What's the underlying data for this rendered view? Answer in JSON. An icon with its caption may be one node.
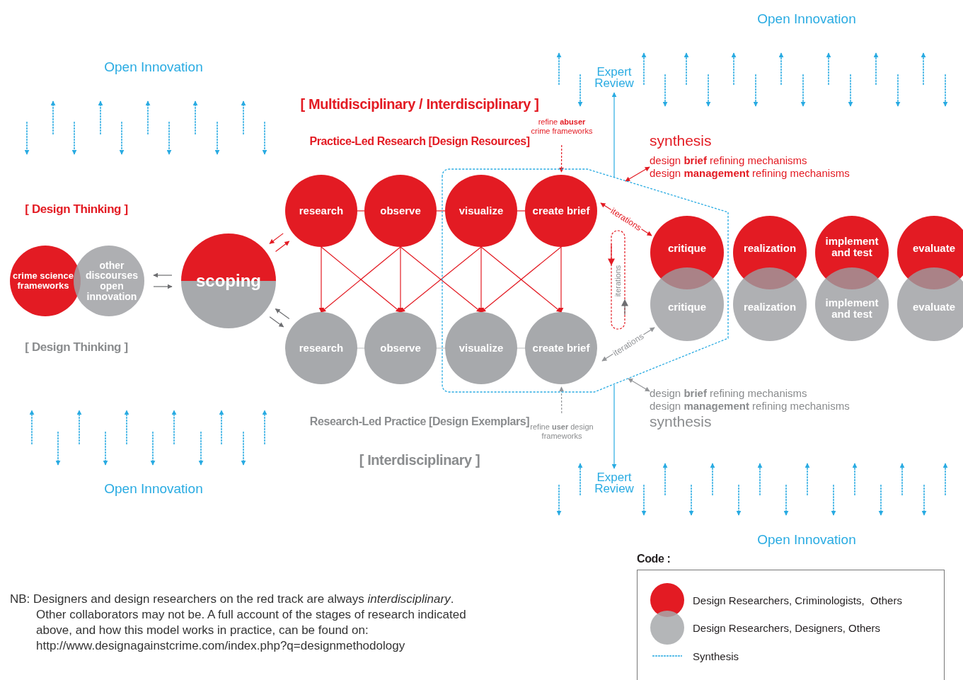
{
  "diagram": {
    "nodes": [
      {
        "text": [
          "crime science frameworks"
        ]
      },
      {
        "text": [
          "other discourses open innovation"
        ]
      },
      {
        "text": [
          "scoping"
        ]
      },
      {
        "text": [
          "refine **abuser** crime frameworks"
        ]
      },
      {
        "text": [
          "research"
        ]
      },
      {
        "text": [
          "observe"
        ]
      },
      {
        "text": [],
        "shape": "box"
      },
      {
        "text": [
          "visualize"
        ],
        "in": 6
      },
      {
        "text": [
          "create brief"
        ],
        "in": 6
      },
      {
        "text": [
          "research"
        ]
      },
      {
        "text": [
          "observe"
        ]
      },
      {
        "text": [
          "visualize"
        ],
        "in": 6
      },
      {
        "text": [
          "create brief"
        ],
        "in": 6
      },
      {
        "text": [
          "refine **user** design frameworks"
        ]
      },
      {
        "text": [
          "Expert Review"
        ]
      },
      {
        "text": [
          "synthesis",
          "design **brief** refining mechanisms",
          "design **management** refining mechanisms"
        ]
      },
      {
        "text": [
          "critique"
        ],
        "in": 6
      },
      {
        "text": [
          "realization"
        ]
      },
      {
        "text": [
          "implement and test"
        ]
      },
      {
        "text": [
          "evaluate"
        ]
      },
      {
        "text": [
          "critique"
        ],
        "in": 6
      },
      {
        "text": [
          "realization"
        ]
      },
      {
        "text": [
          "implement and test"
        ]
      },
      {
        "text": [
          "evaluate"
        ]
      },
      {
        "text": [
          "design **brief** refining mechanisms",
          "design **management** refining mechanisms",
          "synthesis"
        ]
      },
      {
        "text": [
          "Expert Review"
        ]
      }
    ],
    "edges": [
      {
        "from": 2,
        "to": 1,
        "arrow": "to",
        "color": "#6d6e71"
      },
      {
        "from": 1,
        "to": 2,
        "arrow": "to",
        "color": "#6d6e71"
      },
      {
        "from": 4,
        "to": 2,
        "arrow": "to"
      },
      {
        "from": 2,
        "to": 4,
        "arrow": "to"
      },
      {
        "from": 2,
        "to": 9,
        "arrow": "to",
        "color": "#6d6e71"
      },
      {
        "from": 9,
        "to": 2,
        "arrow": "to",
        "color": "#6d6e71"
      },
      {
        "from": 4,
        "to": 5,
        "arrow": "none"
      },
      {
        "from": 5,
        "to": 7,
        "arrow": "none"
      },
      {
        "from": 7,
        "to": 8,
        "arrow": "none"
      },
      {
        "from": 9,
        "to": 10,
        "arrow": "none",
        "color": "#c7c8ca"
      },
      {
        "from": 10,
        "to": 11,
        "arrow": "none",
        "color": "#c7c8ca"
      },
      {
        "from": 11,
        "to": 12,
        "arrow": "none",
        "color": "#c7c8ca"
      },
      {
        "from": 4,
        "to": 9,
        "arrow": "to"
      },
      {
        "from": 4,
        "to": 10,
        "arrow": "to"
      },
      {
        "from": 5,
        "to": 9,
        "arrow": "to"
      },
      {
        "from": 5,
        "to": 10,
        "arrow": "to"
      },
      {
        "from": 5,
        "to": 11,
        "arrow": "to"
      },
      {
        "from": 7,
        "to": 10,
        "arrow": "to"
      },
      {
        "from": 7,
        "to": 11,
        "arrow": "to"
      },
      {
        "from": 7,
        "to": 12,
        "arrow": "to"
      },
      {
        "from": 8,
        "to": 11,
        "arrow": "to"
      },
      {
        "from": 8,
        "to": 12,
        "arrow": "to"
      },
      {
        "from": 3,
        "to": 8,
        "arrow": "to",
        "style": "dashed"
      },
      {
        "from": 13,
        "to": 12,
        "arrow": "to",
        "style": "dashed",
        "color": "#939598"
      },
      {
        "from": 8,
        "to": 16,
        "arrow": "both",
        "label": "iterations"
      },
      {
        "from": 12,
        "to": 20,
        "arrow": "both",
        "label": "iterations",
        "color": "#939598"
      },
      {
        "from": 6,
        "to": 14,
        "arrow": "to",
        "color": "#29abe2"
      },
      {
        "from": 6,
        "to": 25,
        "arrow": "to",
        "color": "#29abe2"
      },
      {
        "from": 15,
        "to": 6,
        "arrow": "both"
      },
      {
        "from": 24,
        "to": 6,
        "arrow": "both",
        "color": "#939598"
      }
    ],
    "labels": [
      "Open Innovation",
      "Open Innovation",
      "[ Multidisciplinary / Interdisciplinary ]",
      "Practice-Led Research [Design Resources]",
      "[ Design Thinking ]",
      "iterations",
      "[ Design Thinking ]",
      "Research-Led Practice [Design Exemplars]",
      "[ Interdisciplinary ]",
      "Open Innovation",
      "Open Innovation",
      "Code :",
      "NB: Designers and design researchers on the red track are always *interdisciplinary*. Other collaborators may not be. A full account of the stages of research indicated above, and how this model works in practice, can be found on: http://www.designagainstcrime.com/index.php?q=designmethodology"
    ],
    "legend": [
      {
        "text": "Design Researchers, Criminologists,  Others",
        "color": "#e31b23"
      },
      {
        "text": "Design Researchers, Designers, Others",
        "color": "#a7a9ac"
      },
      {
        "text": "Synthesis"
      }
    ]
  }
}
